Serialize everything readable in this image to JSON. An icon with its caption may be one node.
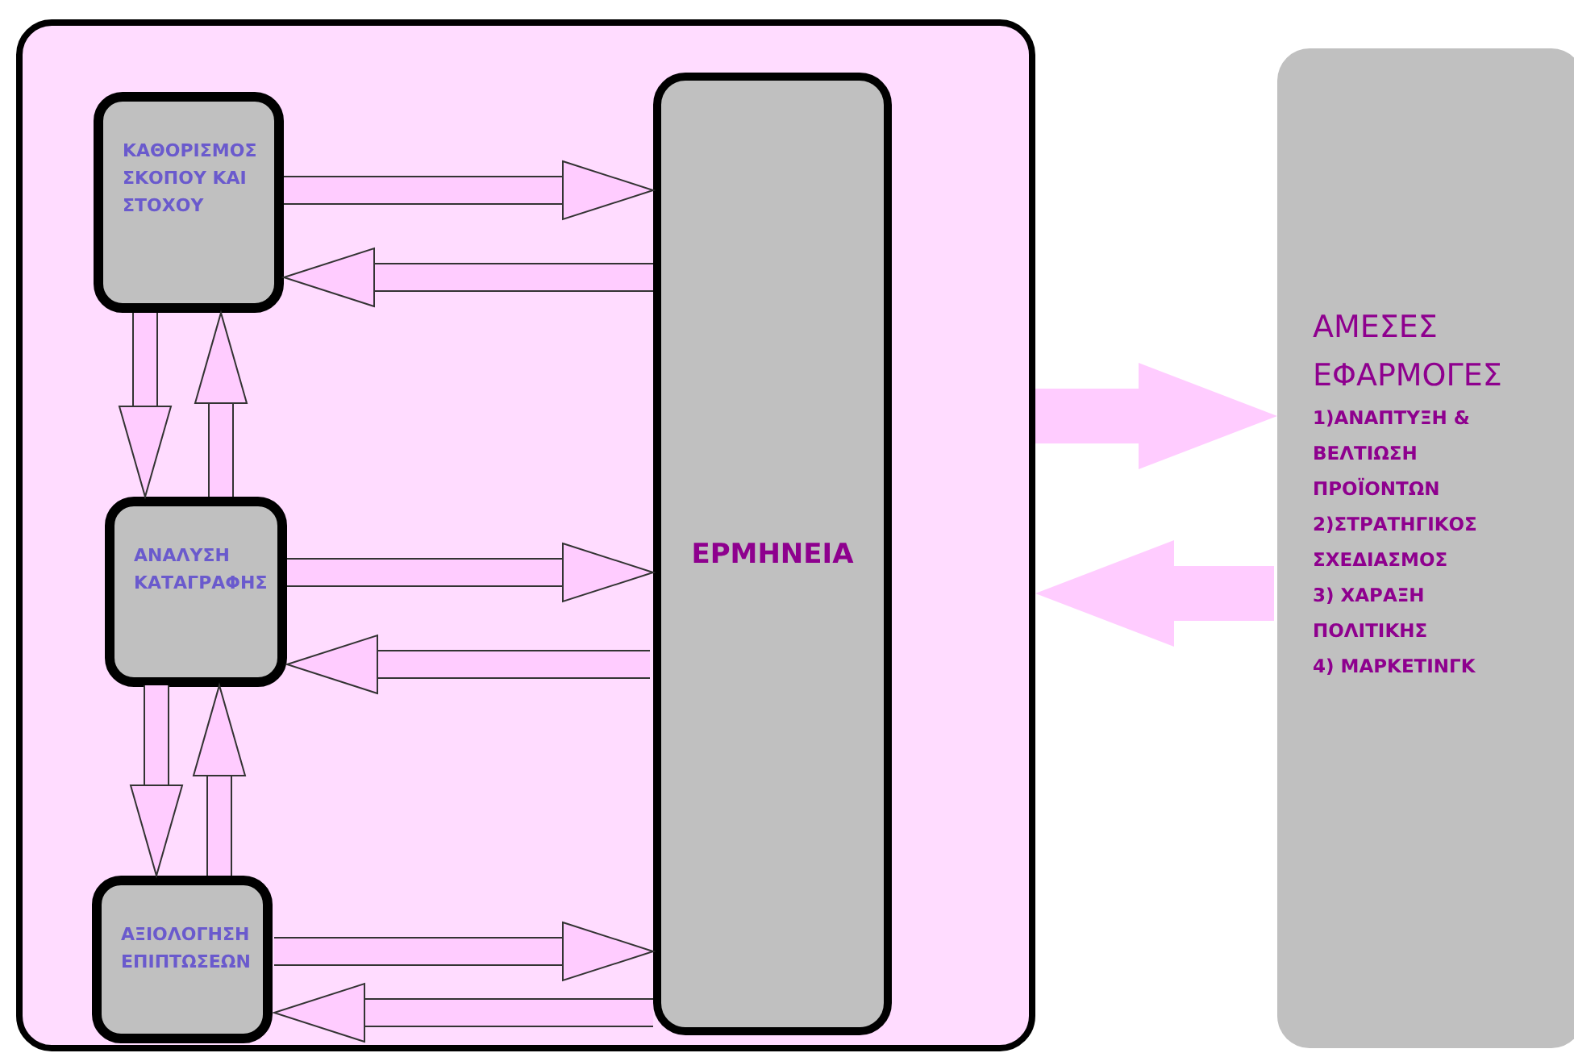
{
  "diagram": {
    "nodes": [
      {
        "text": [],
        "shape": "box"
      },
      {
        "text": [
          "ΚΑΘΟΡΙΣΜΟΣ ΣΚΟΠΟΥ ΚΑΙ ΣΤΟΧΟΥ"
        ],
        "in": 0
      },
      {
        "text": [
          "ΑΝΑΛΥΣΗ ΚΑΤΑΓΡΑΦΗΣ"
        ],
        "in": 0
      },
      {
        "text": [
          "ΑΞΙΟΛΟΓΗΣΗ ΕΠΙΠΤΩΣΕΩΝ"
        ],
        "in": 0
      },
      {
        "text": [
          "ΕΡΜΗΝΕΙΑ"
        ],
        "in": 0
      },
      {
        "text": [
          "ΑΜΕΣΕΣ ΕΦΑΡΜΟΓΕΣ",
          "1)ΑΝΑΠΤΥΞΗ & ΒΕΛΤΙΩΣΗ ΠΡΟΪΟΝΤΩΝ",
          "2)ΣΤΡΑΤΗΓΙΚΟΣ ΣΧΕΔΙΑΣΜΟΣ",
          "3) ΧΑΡΑΞΗ ΠΟΛΙΤΙΚΗΣ",
          "4) ΜΑΡΚΕΤΙΝΓΚ"
        ]
      }
    ],
    "edges": [
      {
        "from": 1,
        "to": 4,
        "arrow": "to"
      },
      {
        "from": 4,
        "to": 1,
        "arrow": "to"
      },
      {
        "from": 1,
        "to": 2,
        "arrow": "to"
      },
      {
        "from": 2,
        "to": 1,
        "arrow": "to"
      },
      {
        "from": 2,
        "to": 4,
        "arrow": "to"
      },
      {
        "from": 4,
        "to": 2,
        "arrow": "to"
      },
      {
        "from": 2,
        "to": 3,
        "arrow": "to"
      },
      {
        "from": 3,
        "to": 2,
        "arrow": "to"
      },
      {
        "from": 3,
        "to": 4,
        "arrow": "to"
      },
      {
        "from": 4,
        "to": 3,
        "arrow": "to"
      },
      {
        "from": 0,
        "to": 5,
        "arrow": "to"
      },
      {
        "from": 5,
        "to": 0,
        "arrow": "to"
      }
    ]
  }
}
